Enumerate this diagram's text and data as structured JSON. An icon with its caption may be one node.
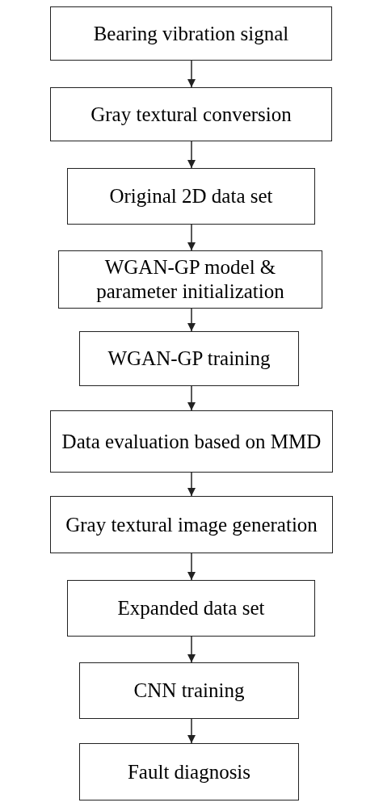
{
  "diagram": {
    "nodes": [
      {
        "text": [
          "Bearing vibration signal"
        ]
      },
      {
        "text": [
          "Gray textural conversion"
        ]
      },
      {
        "text": [
          "Original 2D data set"
        ]
      },
      {
        "text": [
          "WGAN-GP model & parameter initialization"
        ]
      },
      {
        "text": [
          "WGAN-GP training"
        ]
      },
      {
        "text": [
          "Data evaluation based on MMD"
        ]
      },
      {
        "text": [
          "Gray textural image generation"
        ]
      },
      {
        "text": [
          "Expanded data set"
        ]
      },
      {
        "text": [
          "CNN training"
        ]
      },
      {
        "text": [
          "Fault diagnosis"
        ]
      }
    ],
    "edges": [
      {
        "from": 0,
        "to": 1,
        "arrow": "to"
      },
      {
        "from": 1,
        "to": 2,
        "arrow": "to"
      },
      {
        "from": 2,
        "to": 3,
        "arrow": "to"
      },
      {
        "from": 3,
        "to": 4,
        "arrow": "to"
      },
      {
        "from": 4,
        "to": 5,
        "arrow": "to"
      },
      {
        "from": 5,
        "to": 6,
        "arrow": "to"
      },
      {
        "from": 6,
        "to": 7,
        "arrow": "to"
      },
      {
        "from": 7,
        "to": 8,
        "arrow": "to"
      },
      {
        "from": 8,
        "to": 9,
        "arrow": "to"
      }
    ]
  }
}
